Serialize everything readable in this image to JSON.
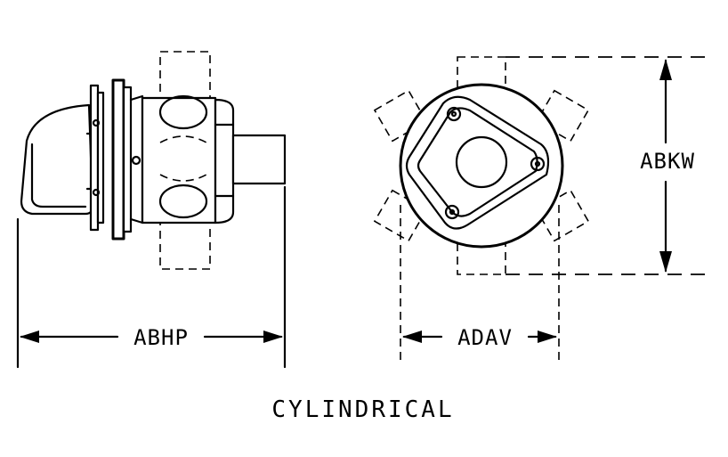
{
  "dimensions": {
    "length": "ABHP",
    "width": "ADAV",
    "height": "ABKW"
  },
  "caption": "CYLINDRICAL"
}
